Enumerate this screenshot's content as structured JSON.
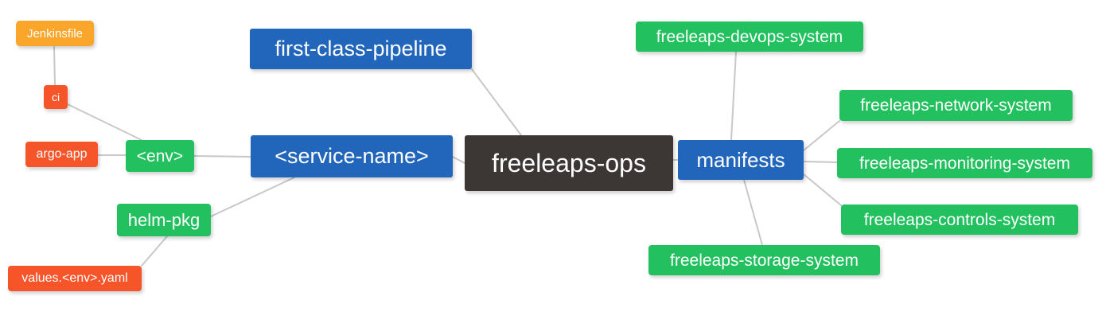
{
  "diagram": {
    "type": "mind-map",
    "background": "#ffffff",
    "edge_color": "#c8c8c8",
    "palette": {
      "root": "#3c3734",
      "blue": "#2166ba",
      "green": "#22c05e",
      "orange": "#f9a62b",
      "red": "#f6552a"
    },
    "nodes": [
      {
        "id": "root",
        "label": "freeleaps-ops",
        "color": "#3c3734"
      },
      {
        "id": "service",
        "label": "<service-name>",
        "color": "#2166ba"
      },
      {
        "id": "pipeline",
        "label": "first-class-pipeline",
        "color": "#2166ba"
      },
      {
        "id": "manifests",
        "label": "manifests",
        "color": "#2166ba"
      },
      {
        "id": "env",
        "label": "<env>",
        "color": "#22c05e"
      },
      {
        "id": "helm",
        "label": "helm-pkg",
        "color": "#22c05e"
      },
      {
        "id": "jenkins",
        "label": "Jenkinsfile",
        "color": "#f9a62b"
      },
      {
        "id": "ci",
        "label": "ci",
        "color": "#f6552a"
      },
      {
        "id": "argo",
        "label": "argo-app",
        "color": "#f6552a"
      },
      {
        "id": "values",
        "label": "values.<env>.yaml",
        "color": "#f6552a"
      },
      {
        "id": "devops",
        "label": "freeleaps-devops-system",
        "color": "#22c05e"
      },
      {
        "id": "network",
        "label": "freeleaps-network-system",
        "color": "#22c05e"
      },
      {
        "id": "monitoring",
        "label": "freeleaps-monitoring-system",
        "color": "#22c05e"
      },
      {
        "id": "controls",
        "label": "freeleaps-controls-system",
        "color": "#22c05e"
      },
      {
        "id": "storage",
        "label": "freeleaps-storage-system",
        "color": "#22c05e"
      }
    ],
    "edges": [
      {
        "from": "root",
        "to": "service"
      },
      {
        "from": "root",
        "to": "pipeline"
      },
      {
        "from": "root",
        "to": "manifests"
      },
      {
        "from": "service",
        "to": "env"
      },
      {
        "from": "service",
        "to": "helm"
      },
      {
        "from": "env",
        "to": "ci"
      },
      {
        "from": "env",
        "to": "argo"
      },
      {
        "from": "ci",
        "to": "jenkins"
      },
      {
        "from": "helm",
        "to": "values"
      },
      {
        "from": "manifests",
        "to": "devops"
      },
      {
        "from": "manifests",
        "to": "network"
      },
      {
        "from": "manifests",
        "to": "monitoring"
      },
      {
        "from": "manifests",
        "to": "controls"
      },
      {
        "from": "manifests",
        "to": "storage"
      }
    ]
  }
}
